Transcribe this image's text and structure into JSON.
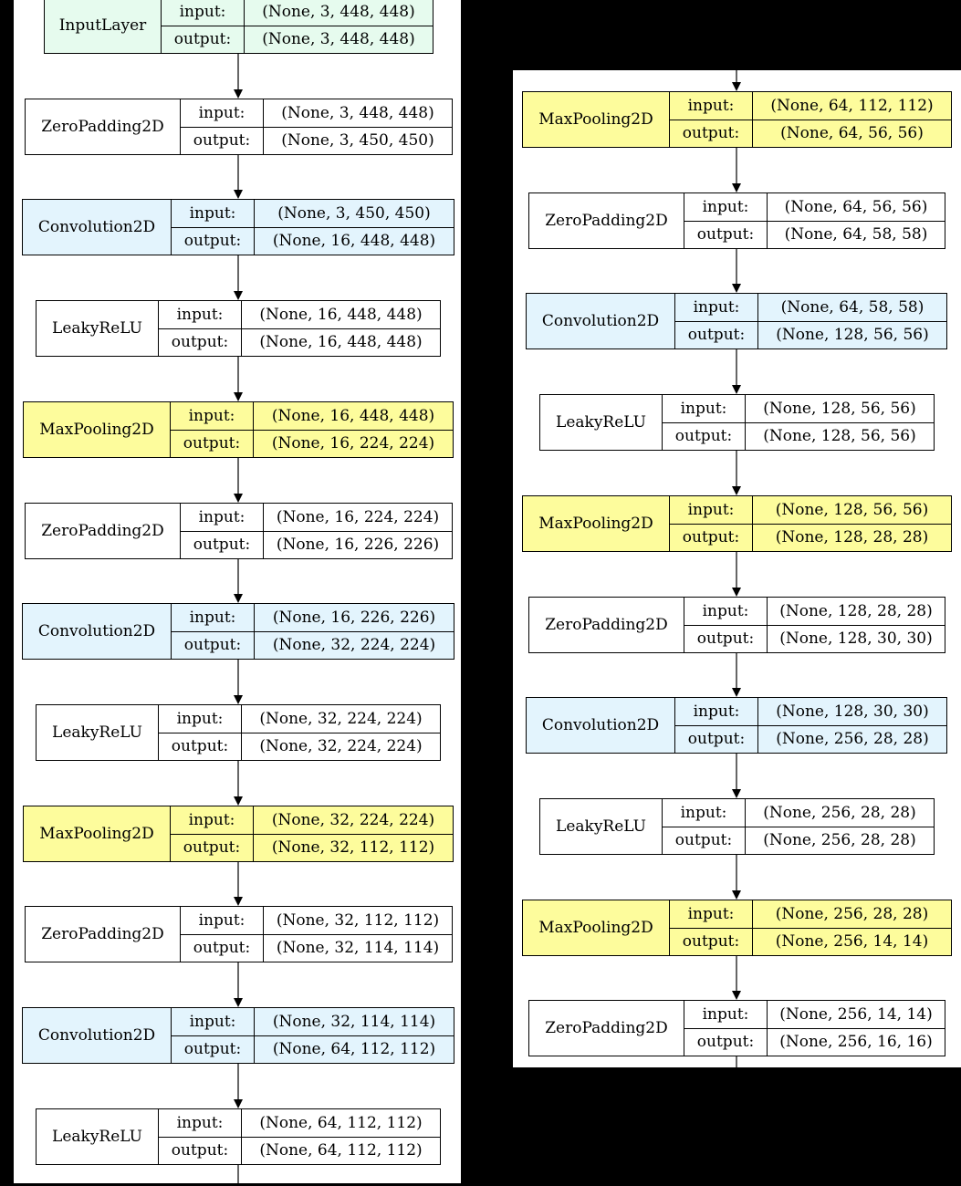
{
  "colors": {
    "InputLayer": "#e6fbee",
    "ZeroPadding2D": "#ffffff",
    "Convolution2D": "#e3f4fd",
    "LeakyReLU": "#ffffff",
    "MaxPooling2D": "#fdfc9c",
    "edge": "#000000",
    "background": "#000000"
  },
  "port_labels": {
    "input": "input:",
    "output": "output:"
  },
  "left_column": [
    {
      "type": "InputLayer",
      "input": "(None, 3, 448, 448)",
      "output": "(None, 3, 448, 448)"
    },
    {
      "type": "ZeroPadding2D",
      "input": "(None, 3, 448, 448)",
      "output": "(None, 3, 450, 450)"
    },
    {
      "type": "Convolution2D",
      "input": "(None, 3, 450, 450)",
      "output": "(None, 16, 448, 448)"
    },
    {
      "type": "LeakyReLU",
      "input": "(None, 16, 448, 448)",
      "output": "(None, 16, 448, 448)"
    },
    {
      "type": "MaxPooling2D",
      "input": "(None, 16, 448, 448)",
      "output": "(None, 16, 224, 224)"
    },
    {
      "type": "ZeroPadding2D",
      "input": "(None, 16, 224, 224)",
      "output": "(None, 16, 226, 226)"
    },
    {
      "type": "Convolution2D",
      "input": "(None, 16, 226, 226)",
      "output": "(None, 32, 224, 224)"
    },
    {
      "type": "LeakyReLU",
      "input": "(None, 32, 224, 224)",
      "output": "(None, 32, 224, 224)"
    },
    {
      "type": "MaxPooling2D",
      "input": "(None, 32, 224, 224)",
      "output": "(None, 32, 112, 112)"
    },
    {
      "type": "ZeroPadding2D",
      "input": "(None, 32, 112, 112)",
      "output": "(None, 32, 114, 114)"
    },
    {
      "type": "Convolution2D",
      "input": "(None, 32, 114, 114)",
      "output": "(None, 64, 112, 112)"
    },
    {
      "type": "LeakyReLU",
      "input": "(None, 64, 112, 112)",
      "output": "(None, 64, 112, 112)"
    }
  ],
  "right_column": [
    {
      "type": "MaxPooling2D",
      "input": "(None, 64, 112, 112)",
      "output": "(None, 64, 56, 56)"
    },
    {
      "type": "ZeroPadding2D",
      "input": "(None, 64, 56, 56)",
      "output": "(None, 64, 58, 58)"
    },
    {
      "type": "Convolution2D",
      "input": "(None, 64, 58, 58)",
      "output": "(None, 128, 56, 56)"
    },
    {
      "type": "LeakyReLU",
      "input": "(None, 128, 56, 56)",
      "output": "(None, 128, 56, 56)"
    },
    {
      "type": "MaxPooling2D",
      "input": "(None, 128, 56, 56)",
      "output": "(None, 128, 28, 28)"
    },
    {
      "type": "ZeroPadding2D",
      "input": "(None, 128, 28, 28)",
      "output": "(None, 128, 30, 30)"
    },
    {
      "type": "Convolution2D",
      "input": "(None, 128, 30, 30)",
      "output": "(None, 256, 28, 28)"
    },
    {
      "type": "LeakyReLU",
      "input": "(None, 256, 28, 28)",
      "output": "(None, 256, 28, 28)"
    },
    {
      "type": "MaxPooling2D",
      "input": "(None, 256, 28, 28)",
      "output": "(None, 256, 14, 14)"
    },
    {
      "type": "ZeroPadding2D",
      "input": "(None, 256, 14, 14)",
      "output": "(None, 256, 16, 16)"
    }
  ]
}
